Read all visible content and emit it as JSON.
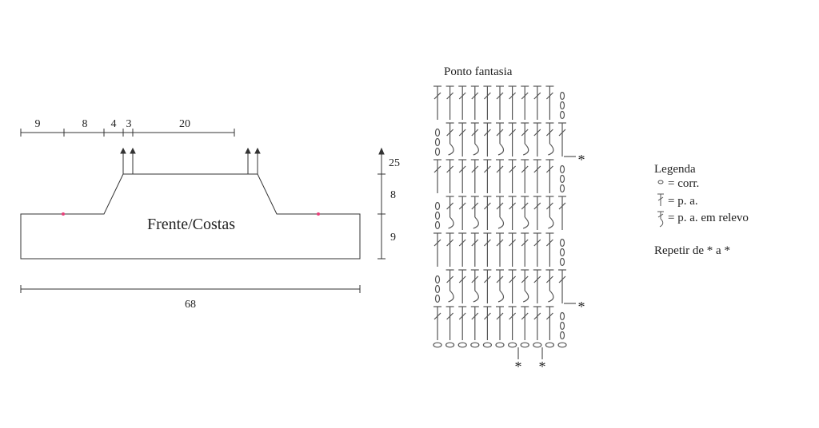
{
  "schematic": {
    "piece_label": "Frente/Costas",
    "top_dims": [
      "9",
      "8",
      "4",
      "3",
      "20"
    ],
    "right_dims": [
      "25",
      "8",
      "9"
    ],
    "bottom_dim": "68",
    "marker_color": "#e8407a"
  },
  "chart": {
    "title": "Ponto fantasia",
    "rows": 7,
    "stitches_per_row": 11,
    "repeat_marker": "*"
  },
  "legend": {
    "title": "Legenda",
    "items": [
      {
        "symbol": "chain-icon",
        "label": "= corr."
      },
      {
        "symbol": "double-crochet-icon",
        "label": "= p. a."
      },
      {
        "symbol": "relief-double-crochet-icon",
        "label": "= p. a. em relevo"
      }
    ],
    "repeat_note": "Repetir de * a *"
  }
}
